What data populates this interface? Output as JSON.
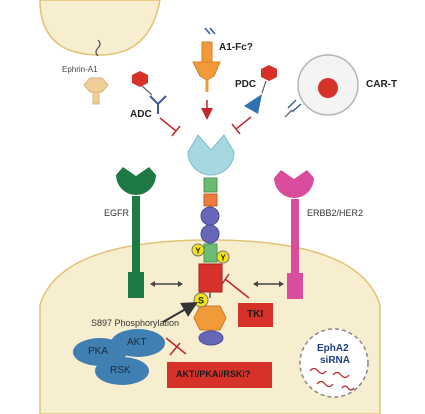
{
  "labels": {
    "ephrin": "Ephrin-A1",
    "a1fc": "A1-Fc?",
    "adc": "ADC",
    "pdc": "PDC",
    "car_t": "CAR-T",
    "egfr": "EGFR",
    "erbb2": "ERBB2/HER2",
    "phospho": "S897 Phosphorylation",
    "pka": "PKA",
    "akt": "AKT",
    "rsk": "RSK",
    "tki": "TKI",
    "akti": "AKTi/PKAi/RSKi?",
    "sirna_line1": "EphA2",
    "sirna_line2": "siRNA",
    "y_marker": "Y",
    "s_marker": "S"
  },
  "colors": {
    "cell_fill": "#f7edcf",
    "cell_stroke": "#e2c275",
    "epha2_head": "#a7d7e0",
    "egfr": "#1e7a45",
    "erbb2": "#d94d9c",
    "orange": "#f29a3a",
    "red_box": "#d6322a",
    "blue_oval": "#3f7fb1",
    "purple": "#6767b8",
    "green_block": "#6bbb72",
    "yellow": "#f4e313",
    "peach": "#f2cf98",
    "dark_red": "#c0272d"
  }
}
